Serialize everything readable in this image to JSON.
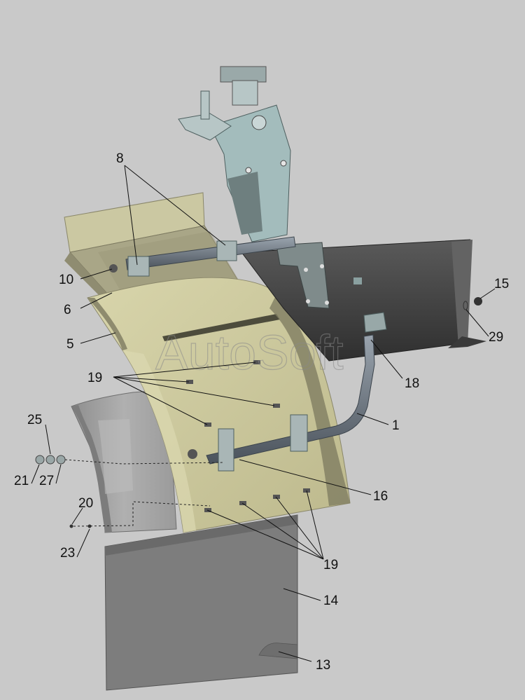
{
  "watermark": "AutoSoft",
  "colors": {
    "background": "#c9c9c9",
    "mudguard_liner": "#c8c59a",
    "mudguard_shell": "#9f9f9f",
    "mud_flap": "#7d7d7d",
    "frame_rail": "#4a4a4a",
    "bracket": "#9fbbbb",
    "pipe": "#6f7a86"
  },
  "callouts": {
    "c1": "1",
    "c5": "5",
    "c6": "6",
    "c8": "8",
    "c10": "10",
    "c13": "13",
    "c14": "14",
    "c15": "15",
    "c16": "16",
    "c18": "18",
    "c19_top": "19",
    "c19_bottom": "19",
    "c20": "20",
    "c21": "21",
    "c23": "23",
    "c25": "25",
    "c27": "27",
    "c29": "29"
  }
}
